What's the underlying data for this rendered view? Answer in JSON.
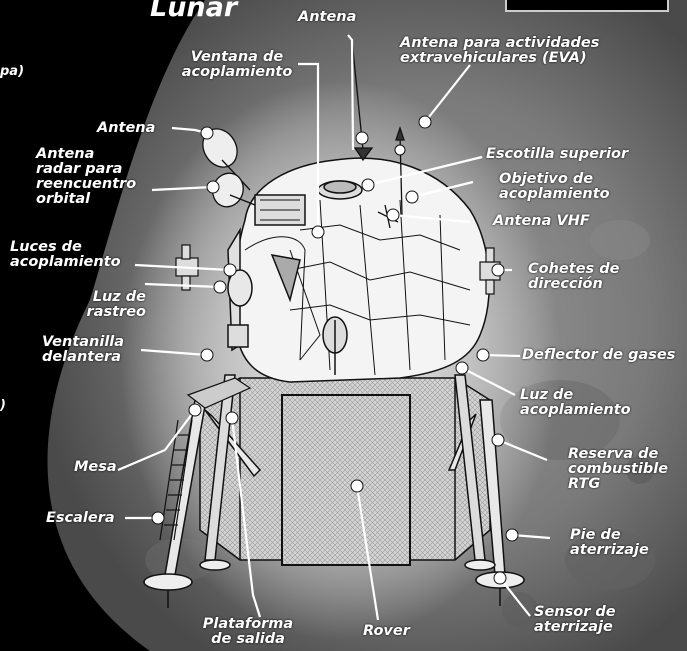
{
  "title": "Lunar",
  "edge_fragments": {
    "left_upper": "pa)",
    "left_lower": ")"
  },
  "labels": {
    "antena_top": "Antena",
    "antena_eva": [
      "Antena para actividades",
      "extravehiculares (EVA)"
    ],
    "ventana_acoplamiento": [
      "Ventana de",
      "acoplamiento"
    ],
    "antena_left": "Antena",
    "antena_radar": [
      "Antena",
      "radar para",
      "reencuentro",
      "orbital"
    ],
    "escotilla_superior": "Escotilla superior",
    "objetivo_acoplamiento": [
      "Objetivo de",
      "acoplamiento"
    ],
    "antena_vhf": "Antena VHF",
    "luces_acoplamiento": [
      "Luces de",
      "acoplamiento"
    ],
    "cohetes_direccion": [
      "Cohetes de",
      "dirección"
    ],
    "luz_rastreo": [
      "Luz de",
      "rastreo"
    ],
    "ventanilla_delantera": [
      "Ventanilla",
      "delantera"
    ],
    "deflector_gases": "Deflector de gases",
    "luz_acoplamiento": [
      "Luz de",
      "acoplamiento"
    ],
    "mesa": "Mesa",
    "reserva_combustible": [
      "Reserva de",
      "combustible",
      "RTG"
    ],
    "escalera": "Escalera",
    "pie_aterrizaje": [
      "Pie de",
      "aterrizaje"
    ],
    "plataforma_salida": [
      "Plataforma",
      "de salida"
    ],
    "rover": "Rover",
    "sensor_aterrizaje": [
      "Sensor de",
      "aterrizaje"
    ]
  }
}
